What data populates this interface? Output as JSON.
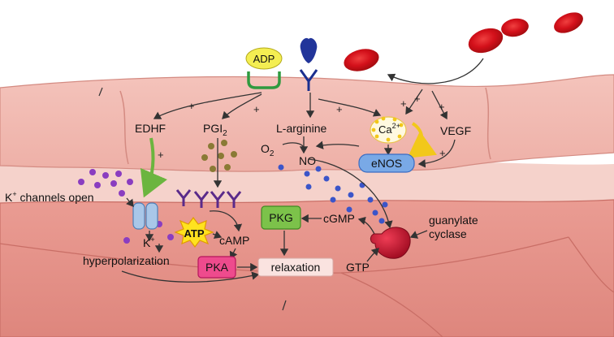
{
  "labels": {
    "adp": "ADP",
    "edhf": "EDHF",
    "pgi2_main": "PGI",
    "pgi2_sub": "2",
    "l_arginine": "L-arginine",
    "o2_main": "O",
    "o2_sub": "2",
    "no": "NO",
    "ca_main": "Ca",
    "ca_sup": "2+",
    "enos": "eNOS",
    "vegf": "VEGF",
    "k_channels_main": "K",
    "k_channels_sup": "+",
    "k_channels_rest": " channels open",
    "atp": "ATP",
    "camp": "cAMP",
    "k_ion_main": "K",
    "k_ion_sup": "+",
    "hyperpolarization": "hyperpolarization",
    "pka": "PKA",
    "relaxation": "relaxation",
    "pkg": "PKG",
    "cgmp": "cGMP",
    "guanylate": "guanylate",
    "cyclase": "cyclase",
    "gtp": "GTP",
    "plus": "+"
  },
  "colors": {
    "endothelium": "#f2b9b0",
    "smooth_muscle": "#e58f86",
    "red_cell": "#d9141c",
    "adp_fill": "#f4ee52",
    "receptor_blue": "#1b2f8f",
    "enos_fill": "#79a9e6",
    "pkg_fill": "#7cc24a",
    "pka_fill": "#ee4b8d",
    "cyclase_fill": "#c8102e",
    "atp_fill": "#ffe21f",
    "no_dot": "#3b55c9",
    "edhf_dot": "#8a3dc0",
    "pgi_dot": "#8a7a35"
  }
}
